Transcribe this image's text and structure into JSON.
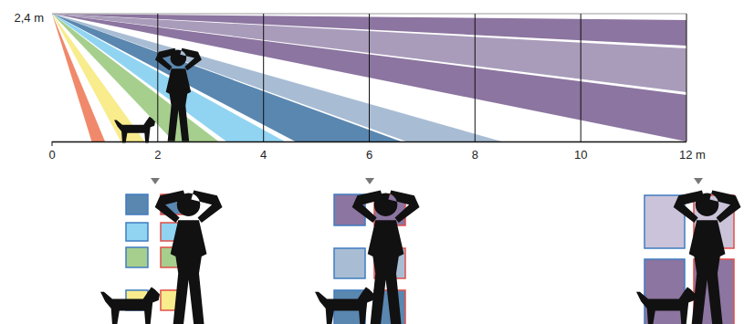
{
  "diagram": {
    "labels": [
      "2,4 m",
      "0",
      "2",
      "4",
      "6",
      "8",
      "10",
      "12 m"
    ]
  }
}
